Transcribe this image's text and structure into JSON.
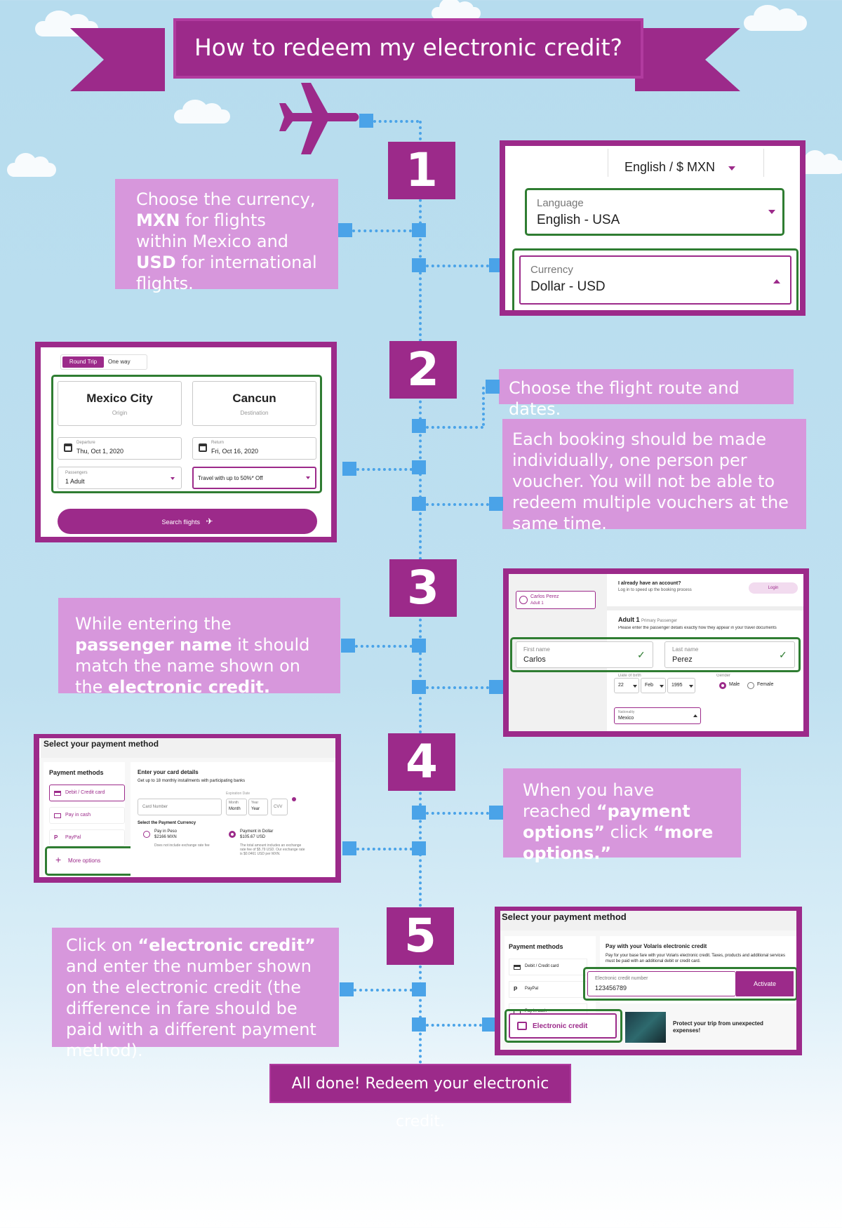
{
  "banner": {
    "title": "How to redeem my electronic credit?"
  },
  "steps": [
    {
      "number": "1"
    },
    {
      "number": "2"
    },
    {
      "number": "3"
    },
    {
      "number": "4"
    },
    {
      "number": "5"
    }
  ],
  "notes": {
    "n1": {
      "p1": "Choose the currency, ",
      "b1": "MXN",
      "p2": " for flights within Mexico and ",
      "b2": "USD",
      "p3": " for international flights."
    },
    "n2a": "Choose the flight route and dates.",
    "n2b": "Each booking should be made individually, one person per voucher. You will not be able to redeem multiple vouchers at the same time.",
    "n3": {
      "p1": "While entering the ",
      "b1": "passenger name",
      "p2": " it should match the name shown on the ",
      "b2": "electronic credit."
    },
    "n4": {
      "p1": "When you have reached ",
      "b1": "“payment options”",
      "p2": " click ",
      "b2": "“more options.”"
    },
    "n5": {
      "p1": "Click on ",
      "b1": "“electronic credit”",
      "p2": " and enter the number shown on the electronic credit (the difference in fare should be paid with a different payment method)."
    }
  },
  "shot1": {
    "header": "English / $ MXN",
    "language_label": "Language",
    "language_value": "English - USA",
    "currency_label": "Currency",
    "currency_value": "Dollar - USD"
  },
  "shot2": {
    "tab_round": "Round Trip",
    "tab_oneway": "One way",
    "origin": "Mexico City",
    "origin_label": "Origin",
    "destination": "Cancun",
    "destination_label": "Destination",
    "departure_label": "Departure",
    "departure_value": "Thu, Oct 1, 2020",
    "return_label": "Return",
    "return_value": "Fri, Oct 16, 2020",
    "passengers_label": "Passengers",
    "passengers_value": "1 Adult",
    "promo": "Travel with up to 50%* Off",
    "search": "Search flights"
  },
  "shot3": {
    "passenger_chip": "Carlos Perez",
    "passenger_chip_sub": "Adult 1",
    "login_title": "I already have an account?",
    "login_sub": "Log in to speed up the booking process",
    "login_btn": "Login",
    "adult_title": "Adult 1",
    "adult_sub": "Primary Passenger",
    "instructions": "Please enter the passenger details exactly how they appear in your travel documents",
    "first_label": "First name",
    "first_value": "Carlos",
    "last_label": "Last name",
    "last_value": "Perez",
    "dob_label": "Date of birth",
    "day": "22",
    "month": "Feb",
    "year": "1995",
    "gender_label": "Gender",
    "male": "Male",
    "female": "Female",
    "nationality_label": "Nationality",
    "nationality_value": "Mexico"
  },
  "shot4": {
    "title": "Select your payment method",
    "methods_title": "Payment methods",
    "m1": "Debit / Credit card",
    "m2": "Pay in cash",
    "m3": "PayPal",
    "more": "More options",
    "card_title": "Enter your card details",
    "card_sub": "Get up to 18 monthly installments with participating banks",
    "card_number": "Card Number",
    "exp_label": "Expiration Date",
    "month_label": "Month",
    "month_value": "Month",
    "year_label": "Year",
    "year_value": "Year",
    "cvv": "CVV",
    "currency_title": "Select the Payment Currency",
    "peso_title": "Pay in Peso",
    "peso_amount": "$2166 MXN",
    "peso_note": "Does not include exchange rate fee",
    "dollar_title": "Payment in Dollar",
    "dollar_amount": "$105.67 USD",
    "dollar_note": "The total amount includes an exchange rate fee of $5.79 USD. Our exchange rate is $0.0461 USD per MXN."
  },
  "shot5": {
    "title": "Select your payment method",
    "methods_title": "Payment methods",
    "m1": "Debit / Credit card",
    "m2": "PayPal",
    "m3": "Pay in cash",
    "ecredit": "Electronic credit",
    "pay_title": "Pay with your Volaris electronic credit",
    "pay_sub": "Pay for your base fare with your Volaris electronic credit. Taxes, products and additional services must be paid with an additional debit or credit card.",
    "number_label": "Electronic credit number",
    "number_value": "123456789",
    "activate": "Activate",
    "protect": "Protect your trip from unexpected expenses!"
  },
  "final": "All done! Redeem your electronic credit.",
  "colors": {
    "brand": "#9c2a8a",
    "note_bg": "#d797dc",
    "connector": "#4aa3e8",
    "highlight": "#2f7d32"
  },
  "icons": [
    "airplane-icon",
    "calendar-icon",
    "check-icon",
    "card-icon",
    "cash-icon",
    "paypal-icon",
    "gift-icon",
    "plus-icon"
  ]
}
